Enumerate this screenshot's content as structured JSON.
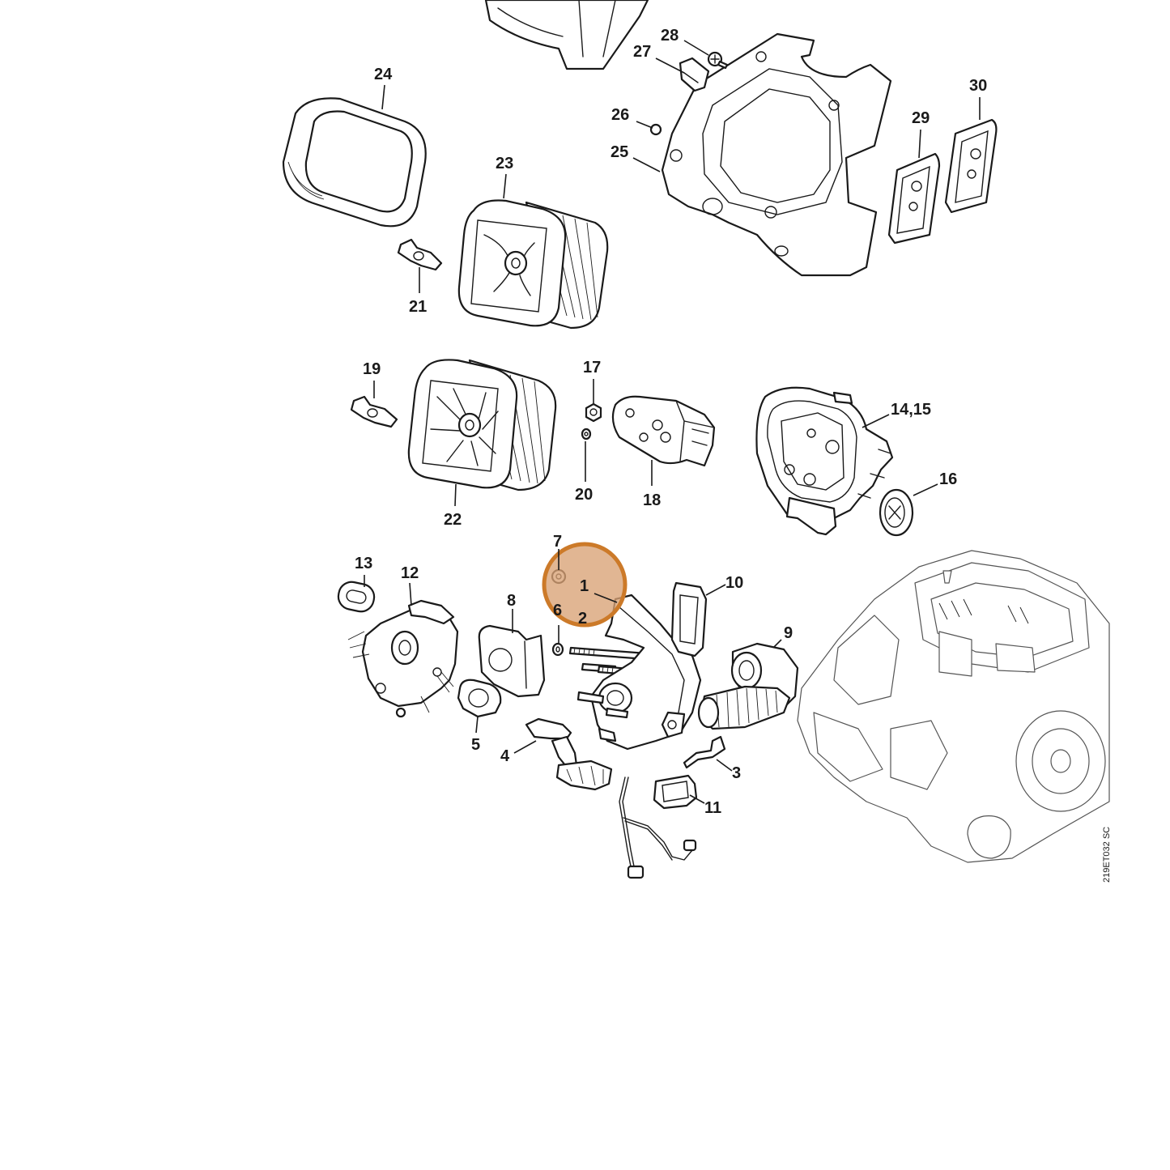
{
  "diagram": {
    "code": "219ET032 SC",
    "highlight_color": "#cc7a29",
    "callouts": {
      "c1": "1",
      "c2": "2",
      "c3": "3",
      "c4": "4",
      "c5": "5",
      "c6": "6",
      "c7": "7",
      "c8": "8",
      "c9": "9",
      "c10": "10",
      "c11": "11",
      "c12": "12",
      "c13": "13",
      "c14_15": "14,15",
      "c16": "16",
      "c17": "17",
      "c18": "18",
      "c19": "19",
      "c20": "20",
      "c21": "21",
      "c22": "22",
      "c23": "23",
      "c24": "24",
      "c25": "25",
      "c26": "26",
      "c27": "27",
      "c28": "28",
      "c29": "29",
      "c30": "30"
    }
  }
}
